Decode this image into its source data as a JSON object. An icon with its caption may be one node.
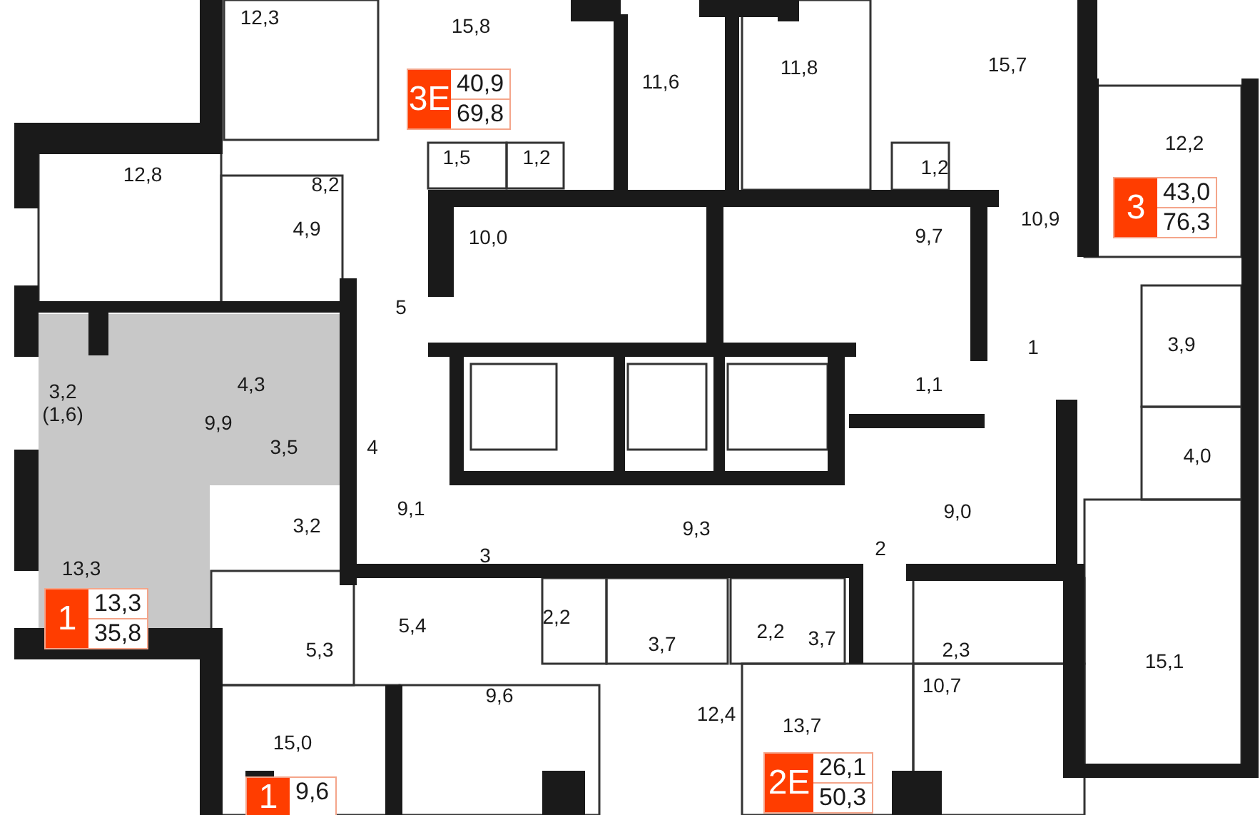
{
  "diagram": {
    "nodes": [
      {
        "text": [
          "3E",
          "40,9",
          "69,8"
        ]
      },
      {
        "text": [
          "3",
          "43,0",
          "76,3"
        ]
      },
      {
        "text": [
          "1",
          "13,3",
          "35,8"
        ]
      },
      {
        "text": [
          "1",
          "9,6"
        ]
      },
      {
        "text": [
          "2E",
          "26,1",
          "50,3"
        ]
      }
    ],
    "labels": [
      "12,3",
      "15,8",
      "11,6",
      "11,8",
      "15,7",
      "12,2",
      "1,5",
      "1,2",
      "1,2",
      "12,8",
      "8,2",
      "10,9",
      "4,9",
      "10,0",
      "9,7",
      "5",
      "1",
      "3,9",
      "3,2 (1,6)",
      "4,3",
      "1,1",
      "9,9",
      "3,5",
      "4",
      "4,0",
      "9,1",
      "3,2",
      "9,3",
      "9,0",
      "3",
      "2",
      "13,3",
      "5,3",
      "5,4",
      "2,2",
      "3,7",
      "2,2",
      "3,7",
      "2,3",
      "15,1",
      "9,6",
      "12,4",
      "10,7",
      "15,0",
      "13,7"
    ]
  }
}
